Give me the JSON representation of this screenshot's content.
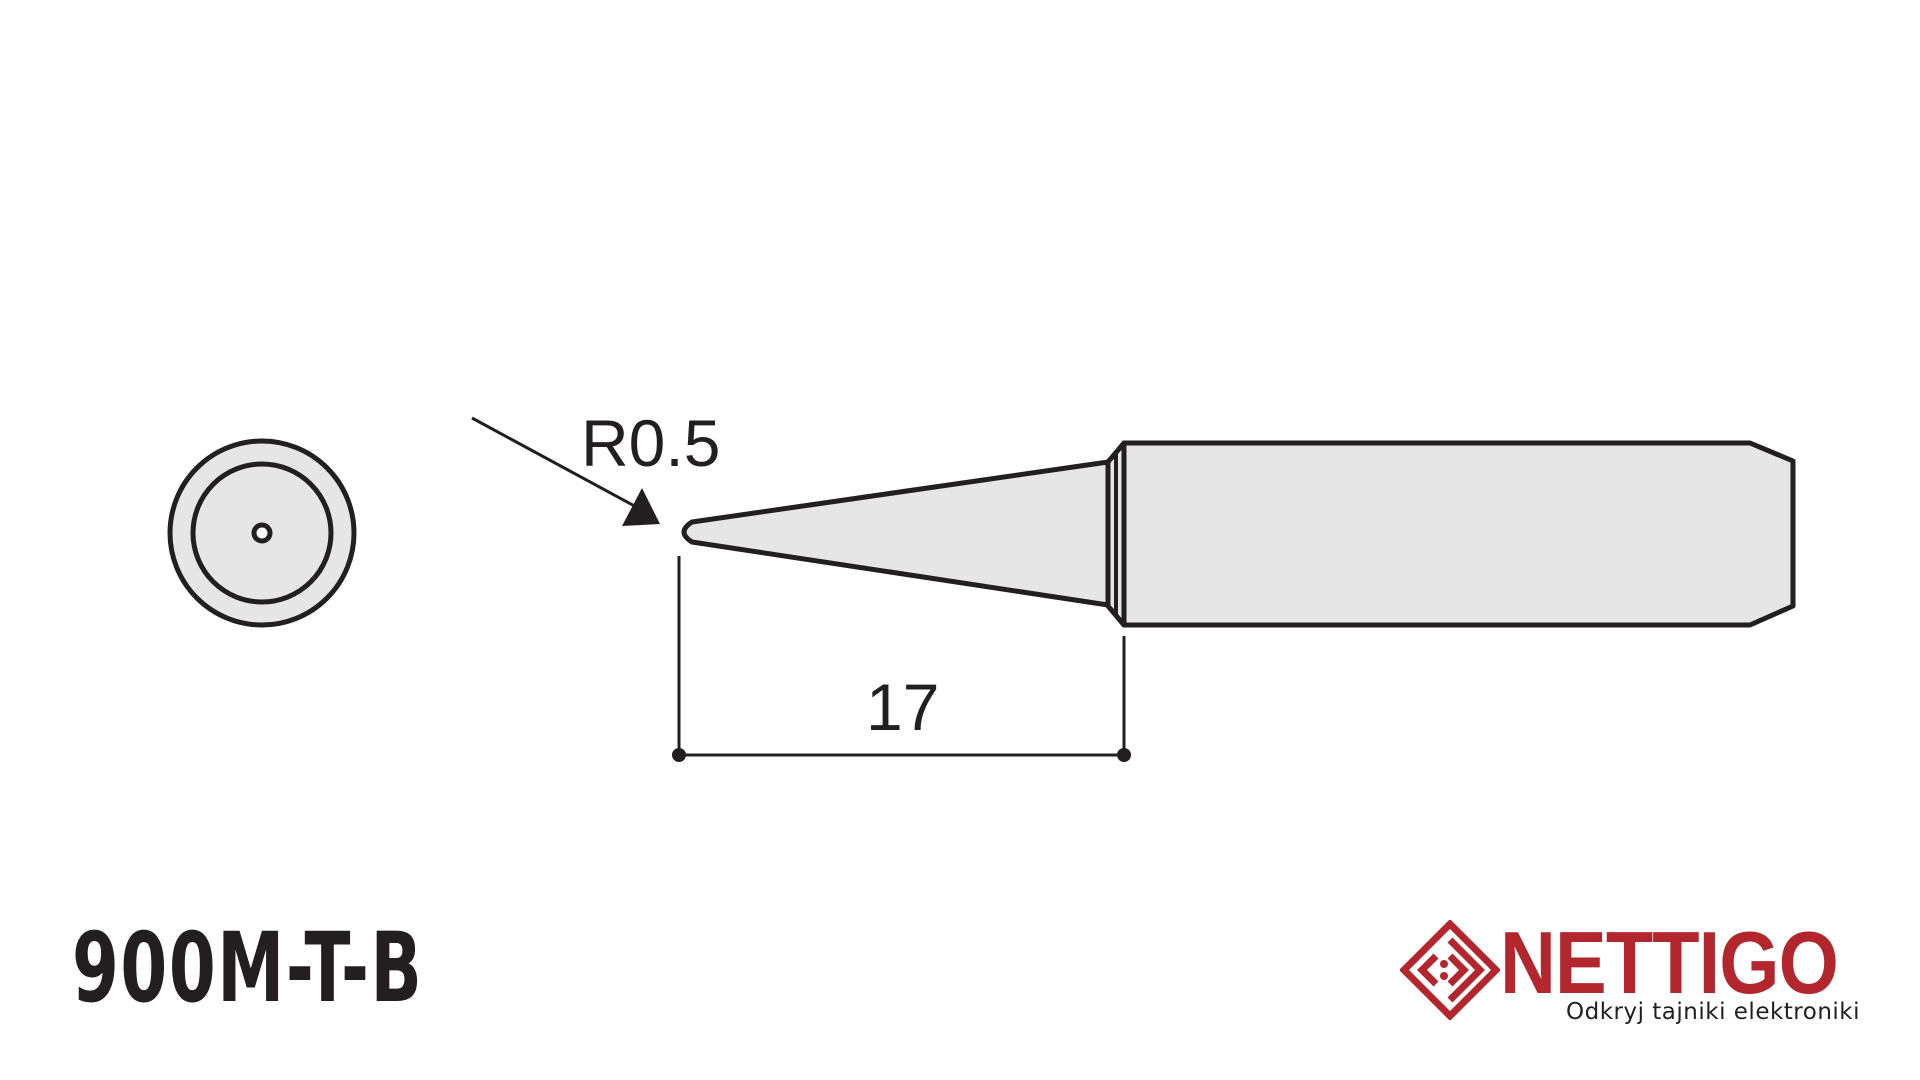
{
  "model": "900M-T-B",
  "dimensions": {
    "tip_radius_label": "R0.5",
    "taper_length_label": "17"
  },
  "brand": {
    "name": "NETTIGO",
    "tagline": "Odkryj tajniki elektroniki",
    "color": "#b3262d"
  },
  "colors": {
    "outline": "#231f20",
    "fill": "#e6e6e6"
  }
}
